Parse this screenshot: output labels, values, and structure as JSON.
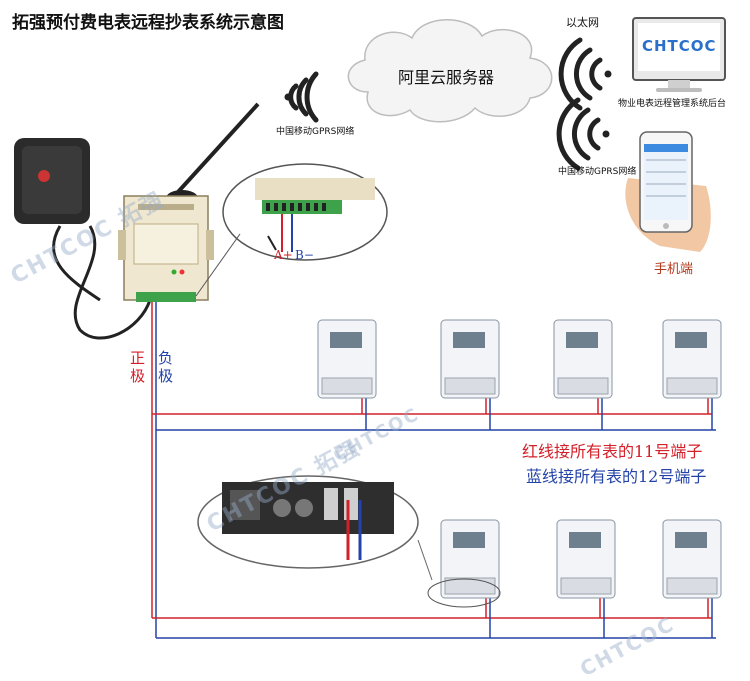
{
  "title": "拓强预付费电表远程抄表系统示意图",
  "cloud": {
    "label": "阿里云服务器"
  },
  "network": {
    "ethernet_label": "以太网",
    "gprs_label_top": "中国移动GPRS网络",
    "gprs_label_right": "中国移动GPRS网络"
  },
  "monitor": {
    "brand": "CHTCOC",
    "caption": "物业电表远程管理系统后台"
  },
  "phone": {
    "caption": "手机端"
  },
  "wires": {
    "plus_label": "A+",
    "minus_label": "B−",
    "positive_pole": "正极",
    "negative_pole": "负极"
  },
  "notes": {
    "red": "红线接所有表的11号端子",
    "blue": "蓝线接所有表的12号端子"
  },
  "watermarks": [
    "CHTCOC 拓强",
    "CHTCOC 拓强",
    "CHTCOC",
    "CHTCOC"
  ],
  "colors": {
    "red_wire": "#d4202a",
    "blue_wire": "#2443a8",
    "cloud": "#f4f4f4"
  }
}
